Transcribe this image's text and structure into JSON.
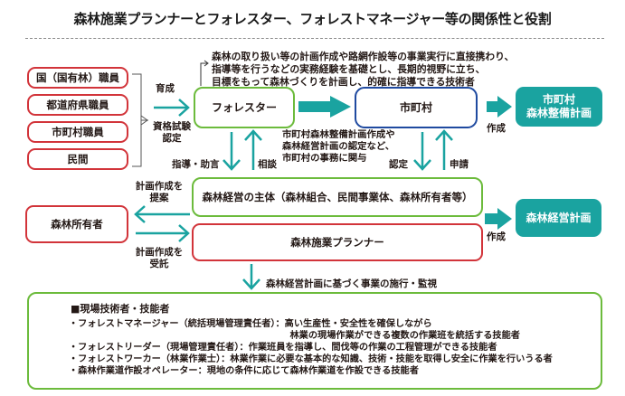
{
  "title": "森林施業プランナーとフォレスター、フォレストマネージャー等の関係性と役割",
  "sources": [
    {
      "label": "国（国有林）職員"
    },
    {
      "label": "都道府県職員"
    },
    {
      "label": "市町村職員"
    },
    {
      "label": "民間"
    }
  ],
  "labels": {
    "ikusei": "育成",
    "shikaku_1": "資格試験",
    "shikaku_2": "認定",
    "shido": "指導・助言",
    "sodan": "相談",
    "nintei": "認定",
    "shinsei": "申請",
    "sakusei_1": "作成",
    "sakusei_2": "作成",
    "teian_1": "計画作成を",
    "teian_2": "提案",
    "jutaku_1": "計画作成を",
    "jutaku_2": "受託",
    "execution": "森林経営計画に基づく事業の施行・監視"
  },
  "forester": {
    "label": "フォレスター",
    "description": [
      "森林の取り扱い等の計画作成や路網作設等の事業実行に直接携わり、",
      "指導等を行うなどの実務経験を基礎とし、長期的視野に立ち、",
      "目標をもって森林づくりを計画し、的確に指導できる技術者"
    ]
  },
  "municipality": {
    "label": "市町村",
    "description": [
      "市町村森林整備計画作成や",
      "森林経営計画の認定など、",
      "市町村の事務に関与"
    ]
  },
  "municipal_plan": {
    "line1": "市町村",
    "line2": "森林整備計画"
  },
  "management_entity": {
    "label": "森林経営の主体（森林組合、民間事業体、森林所有者等）"
  },
  "planner": {
    "label": "森林施業プランナー"
  },
  "forest_owner": {
    "label": "森林所有者"
  },
  "management_plan": {
    "label": "森林経営計画"
  },
  "field_staff": {
    "heading": "■現場技術者・技能者",
    "items": [
      "・フォレストマネージャー（統括現場管理責任者）：高い生産性・安全性を確保しながら",
      "　　　　　　　　　　　　　　　　　　　　　　　　林業の現場作業ができる複数の作業班を統括する技能者",
      "・フォレストリーダー（現場管理責任者）：作業班員を指導し、間伐等の作業の工程管理ができる技能者",
      "・フォレストワーカー（林業作業士）：林業作業に必要な基本的な知識、技術・技能を取得し安全に作業を行いうる者",
      "・森林作業道作設オペレーター：現地の条件に応じて森林作業道を作設できる技能者"
    ]
  },
  "colors": {
    "red_border": "#d2343a",
    "green_border": "#6cbb3c",
    "blue_border": "#1f4aa0",
    "teal": "#1aa3a0"
  }
}
